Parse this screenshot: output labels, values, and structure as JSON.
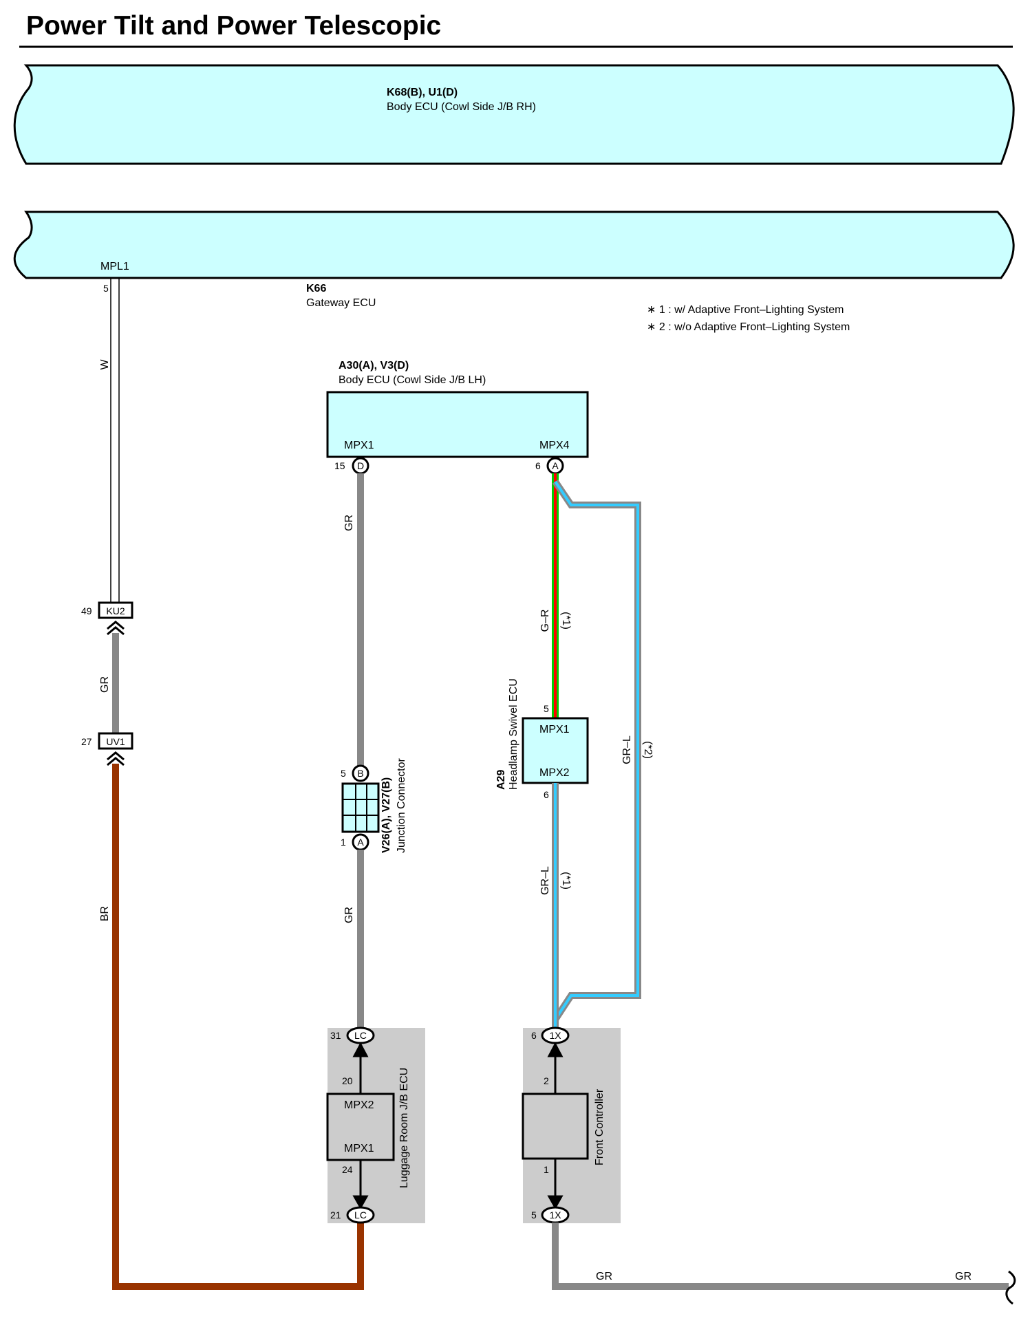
{
  "title": "Power Tilt and Power Telescopic",
  "colors": {
    "panel_fill": "#ccffff",
    "wire_gray": "#888888",
    "wire_brown": "#993300",
    "wire_green": "#00cc00",
    "wire_red": "#ff0000",
    "wire_blue": "#33ccff",
    "box_gray": "#cccccc"
  },
  "components": {
    "k68": {
      "code": "K68(B), U1(D)",
      "name": "Body ECU (Cowl Side J/B RH)"
    },
    "k66": {
      "code": "K66",
      "name": "Gateway ECU",
      "terminal": "MPL1",
      "pin": "5"
    },
    "a30": {
      "code": "A30(A), V3(D)",
      "name": "Body ECU (Cowl Side J/B LH)",
      "term_left": "MPX1",
      "term_right": "MPX4",
      "pin_left": "15",
      "conn_left": "D",
      "pin_right": "6",
      "conn_right": "A"
    },
    "a29": {
      "code": "A29",
      "name": "Headlamp Swivel ECU",
      "term_top": "MPX1",
      "term_bottom": "MPX2",
      "pin_top": "5",
      "pin_bottom": "6"
    },
    "v26": {
      "code": "V26(A), V27(B)",
      "name": "Junction Connector",
      "pin_top": "5",
      "conn_top": "B",
      "pin_bottom": "1",
      "conn_bottom": "A"
    },
    "luggage": {
      "name": "Luggage Room J/B ECU",
      "term_top": "MPX2",
      "term_bottom": "MPX1",
      "pin_top": "20",
      "pin_bottom": "24",
      "conn_top_pin": "31",
      "conn_top": "LC",
      "conn_bottom_pin": "21",
      "conn_bottom": "LC"
    },
    "front": {
      "name": "Front Controller",
      "pin_top": "2",
      "pin_bottom": "1",
      "conn_top_pin": "6",
      "conn_top": "1X",
      "conn_bottom_pin": "5",
      "conn_bottom": "1X"
    }
  },
  "connectors": {
    "ku2": {
      "pin": "49",
      "label": "KU2"
    },
    "uv1": {
      "pin": "27",
      "label": "UV1"
    }
  },
  "wires": {
    "w": "W",
    "gr": "GR",
    "br": "BR",
    "gr_upper": "GR",
    "gr_lower": "GR",
    "g_r": "G–R",
    "g_r_note": "(*1)",
    "gr_l_a29": "GR–L",
    "gr_l_a29_note": "(*1)",
    "gr_l_bypass": "GR–L",
    "gr_l_bypass_note": "(*2)",
    "gr_bottom_1": "GR",
    "gr_bottom_2": "GR"
  },
  "notes": [
    "∗ 1 : w/ Adaptive Front–Lighting System",
    "∗ 2 : w/o Adaptive Front–Lighting System"
  ]
}
